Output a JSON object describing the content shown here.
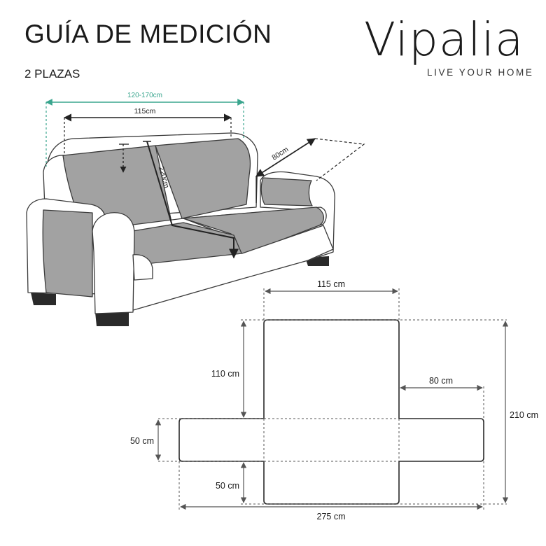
{
  "header": {
    "title": "GUÍA DE MEDICIÓN",
    "subtitle": "2 PLAZAS"
  },
  "brand": {
    "name": "Vipalia",
    "tagline": "LIVE YOUR HOME"
  },
  "sofa_diagram": {
    "dims": {
      "sofa_width": "120-170cm",
      "backrest_width": "115cm",
      "cover_length": "220cm",
      "armrest_length": "80cm"
    }
  },
  "pattern_diagram": {
    "dims": {
      "top_width": "115 cm",
      "back_height": "110 cm",
      "arm_width": "80 cm",
      "total_height": "210 cm",
      "arm_height": "50 cm",
      "seat_drop": "50 cm",
      "total_width": "275 cm"
    }
  },
  "colors": {
    "cover_gray": "#a2a2a2",
    "teal_dimension": "#3aa58e",
    "line_dark": "#222222",
    "sofa_fill": "#ffffff"
  }
}
